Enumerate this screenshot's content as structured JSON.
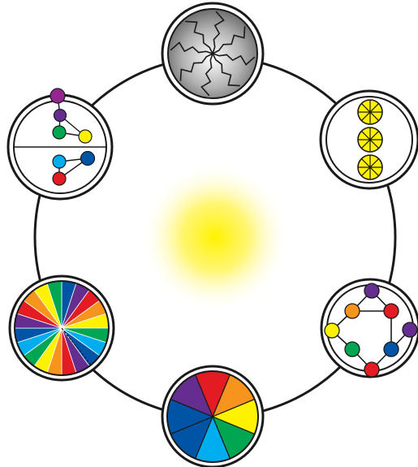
{
  "colors": {
    "outline": "#1a1a1a",
    "light_center": "#fff200",
    "red": "#e31b23",
    "orange": "#f7941d",
    "yellow": "#fff200",
    "green": "#00a651",
    "cyan": "#00aeef",
    "blue": "#0054a6",
    "purple": "#662d91",
    "violet": "#92278f"
  },
  "nodes": [
    {
      "id": "gray-gradient-disc",
      "kind": "radial-gradient-cracked"
    },
    {
      "id": "yellow-wheels",
      "kind": "three-yellow-wheels",
      "count": 3
    },
    {
      "id": "hexagon-graph",
      "kind": "six-node-ring"
    },
    {
      "id": "color-wheel",
      "kind": "six-sector-wheel"
    },
    {
      "id": "sector-fan",
      "kind": "many-sector-wheel"
    },
    {
      "id": "split-trees",
      "kind": "two-node-trees"
    }
  ],
  "color_wheel_order": [
    "red",
    "orange",
    "yellow",
    "green",
    "cyan",
    "blue",
    "blue",
    "purple"
  ],
  "sector_fan_order": [
    "blue",
    "purple",
    "red",
    "orange",
    "yellow",
    "green",
    "cyan",
    "blue",
    "purple",
    "red",
    "orange",
    "yellow",
    "green",
    "cyan",
    "blue",
    "purple",
    "red",
    "orange",
    "yellow",
    "green"
  ]
}
